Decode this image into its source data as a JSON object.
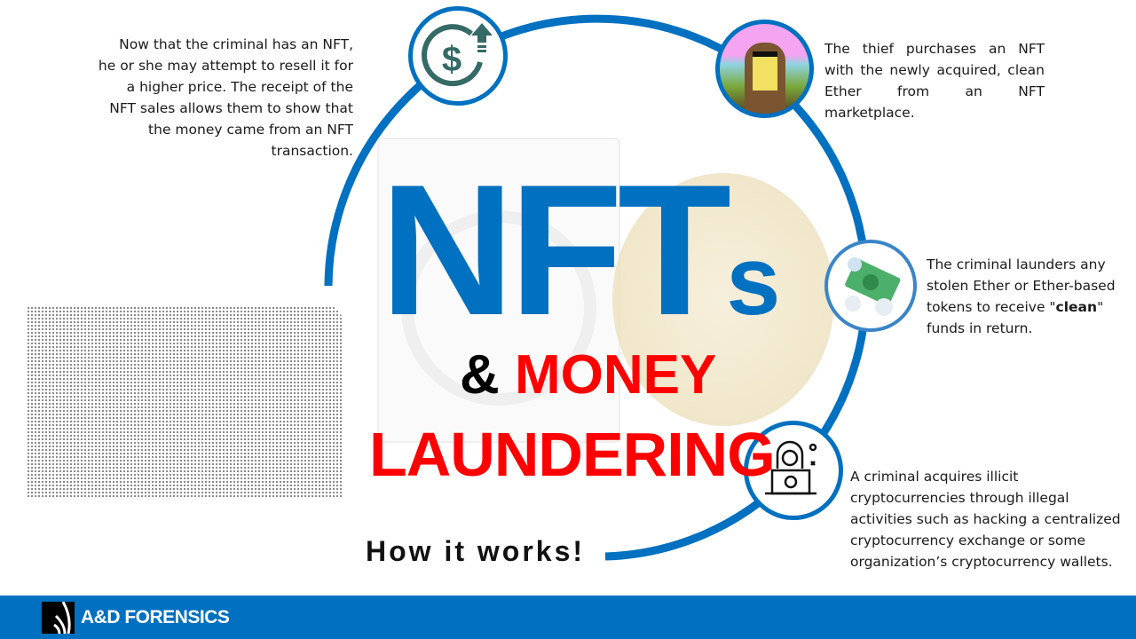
{
  "title": {
    "main": "NFT",
    "suffix": "s",
    "amp": "&",
    "line2": "MONEY",
    "line3": "LAUNDERING",
    "tagline": "How it works!"
  },
  "steps": [
    {
      "icon": "dollar-up-icon",
      "text": "Now that the criminal has an NFT, he or she may attempt to resell it for a higher price. The receipt of the NFT sales allows them to show that the money came from an NFT transaction."
    },
    {
      "icon": "pixel-mona-lisa-nft-icon",
      "text": "The thief purchases an NFT with the newly acquired, clean Ether from an NFT marketplace."
    },
    {
      "icon": "cash-wash-icon",
      "text_before": "The criminal launders any stolen Ether or Ether-based tokens to receive \"",
      "text_bold": "clean",
      "text_after": "\" funds in return."
    },
    {
      "icon": "hacker-laptop-bitcoin-icon",
      "text": "A criminal acquires illicit cryptocurrencies through illegal activities such as hacking a centralized cryptocurrency exchange or some organization’s cryptocurrency wallets."
    }
  ],
  "footer": {
    "brand": "A&D FORENSICS"
  },
  "colors": {
    "accent": "#0070c0",
    "red": "#ff0000",
    "icon_teal": "#356a66"
  }
}
